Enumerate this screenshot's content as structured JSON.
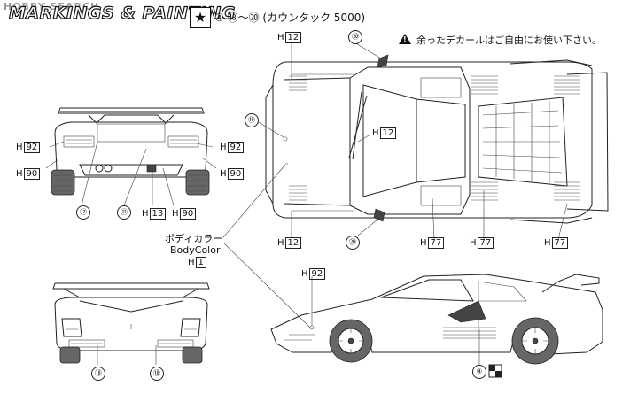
{
  "header": {
    "watermark": "HOBBY SEARCH",
    "title": "MARKINGS & PAINTING",
    "star_glyph": "★",
    "subtitle": "④ ⑱～⑳ (カウンタック 5000)",
    "note": "余ったデカールはご自由にお使い下さい。"
  },
  "callouts": {
    "c20": "⑳",
    "c19": "⑲",
    "c17": "⑰",
    "c11": "⑪",
    "c18": "⑱",
    "c4": "④"
  },
  "paint": {
    "H12": "12",
    "H92": "92",
    "H90": "90",
    "H13": "13",
    "H77": "77",
    "H1": "1",
    "prefix": "H"
  },
  "body_color": {
    "jp": "ボディカラー",
    "en": "BodyColor"
  }
}
